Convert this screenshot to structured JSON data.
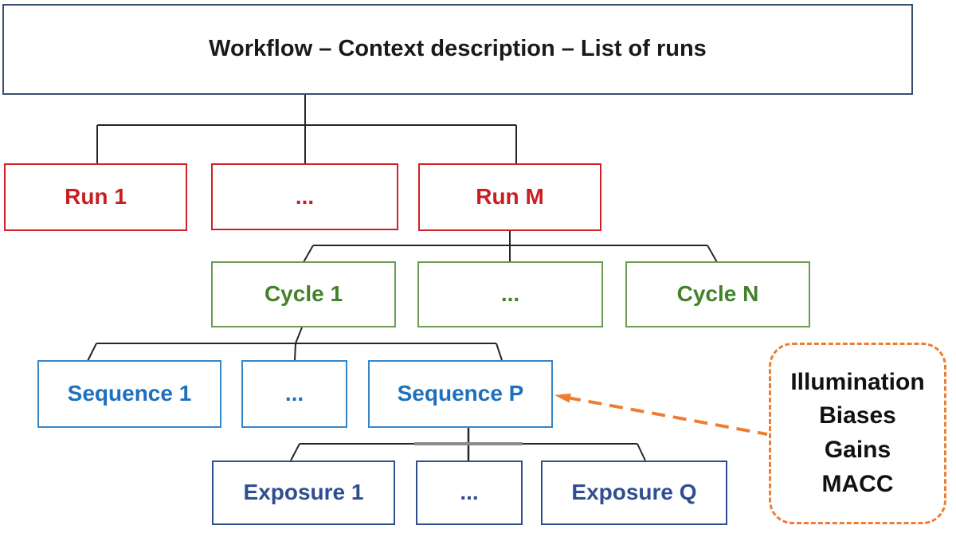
{
  "diagram_title": "Workflow – Context description – List of runs",
  "levels": {
    "runs": [
      "Run 1",
      "...",
      "Run M"
    ],
    "cycles": [
      "Cycle 1",
      "...",
      "Cycle N"
    ],
    "sequences": [
      "Sequence 1",
      "...",
      "Sequence P"
    ],
    "exposures": [
      "Exposure 1",
      "...",
      "Exposure Q"
    ]
  },
  "annotation": {
    "lines": [
      "Illumination",
      "Biases",
      "Gains",
      "MACC"
    ],
    "points_to": "Sequence P"
  },
  "colors": {
    "title_border": "#37506f",
    "title_text": "#1a1a1a",
    "run_border": "#d02026",
    "run_text": "#c81f23",
    "cycle_border": "#6a9d50",
    "cycle_text": "#43812b",
    "sequence_border": "#3486ca",
    "sequence_text": "#1e6fbd",
    "exposure_border": "#2f4e90",
    "exposure_text": "#2f4e90",
    "connector": "#262626",
    "connector_overlap_gray": "#8a8a8a",
    "annotation_orange": "#ed7d31",
    "annotation_text": "#111111"
  }
}
